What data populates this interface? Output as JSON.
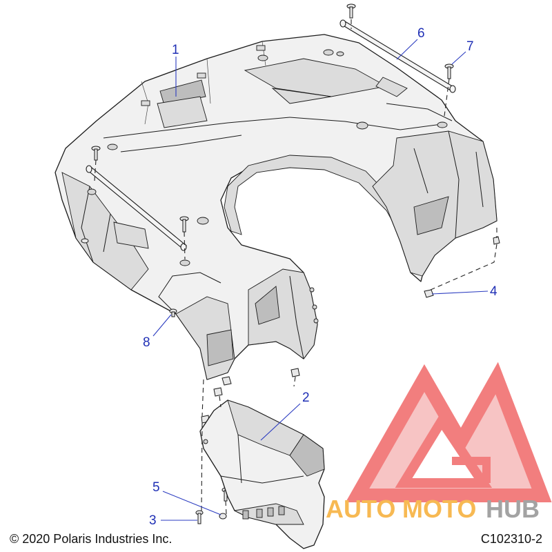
{
  "diagram": {
    "callouts": [
      {
        "id": "1",
        "label": "1"
      },
      {
        "id": "2",
        "label": "2"
      },
      {
        "id": "3",
        "label": "3"
      },
      {
        "id": "4",
        "label": "4"
      },
      {
        "id": "5",
        "label": "5"
      },
      {
        "id": "6",
        "label": "6"
      },
      {
        "id": "7",
        "label": "7"
      },
      {
        "id": "8",
        "label": "8"
      }
    ],
    "colors": {
      "callout": "#1f2fb5",
      "line_art": "#1a1a1a",
      "part_fill": "#f1f1f1",
      "watermark_red": "#ef5b5b",
      "watermark_orange": "#f6a623",
      "watermark_grey": "#8a8a8a"
    }
  },
  "watermark": {
    "word_auto": "AUTO",
    "word_moto": "MOTO",
    "word_hub": "HUB"
  },
  "footer": {
    "copyright": "© 2020 Polaris Industries Inc.",
    "figure_id": "C102310-2"
  }
}
